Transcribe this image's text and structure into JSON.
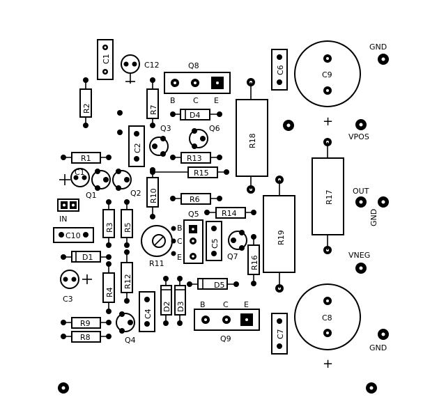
{
  "labels": {
    "C1": "C1",
    "C12": "C12",
    "R2": "R2",
    "R7": "R7",
    "Q8": "Q8",
    "B": "B",
    "C": "C",
    "E": "E",
    "D4": "D4",
    "Q3": "Q3",
    "Q6": "Q6",
    "C6": "C6",
    "C9": "C9",
    "GND": "GND",
    "VPOS": "VPOS",
    "R18": "R18",
    "R17": "R17",
    "OUT": "OUT",
    "R1": "R1",
    "C2": "C2",
    "R13": "R13",
    "R15": "R15",
    "Q1": "Q1",
    "Q2": "Q2",
    "R10": "R10",
    "R6": "R6",
    "R14": "R14",
    "IN": "IN",
    "R3": "R3",
    "R5": "R5",
    "Q5": "Q5",
    "C10": "C10",
    "R19": "R19",
    "C5": "C5",
    "R11": "R11",
    "Q7": "Q7",
    "R16": "R16",
    "VNEG": "VNEG",
    "D1": "D1",
    "C3": "C3",
    "R4": "R4",
    "R12": "R12",
    "D5": "D5",
    "D2": "D2",
    "D3": "D3",
    "C4": "C4",
    "C8": "C8",
    "Q9": "Q9",
    "R9": "R9",
    "R8": "R8",
    "Q4": "Q4",
    "C7": "C7",
    "plus": "+"
  }
}
